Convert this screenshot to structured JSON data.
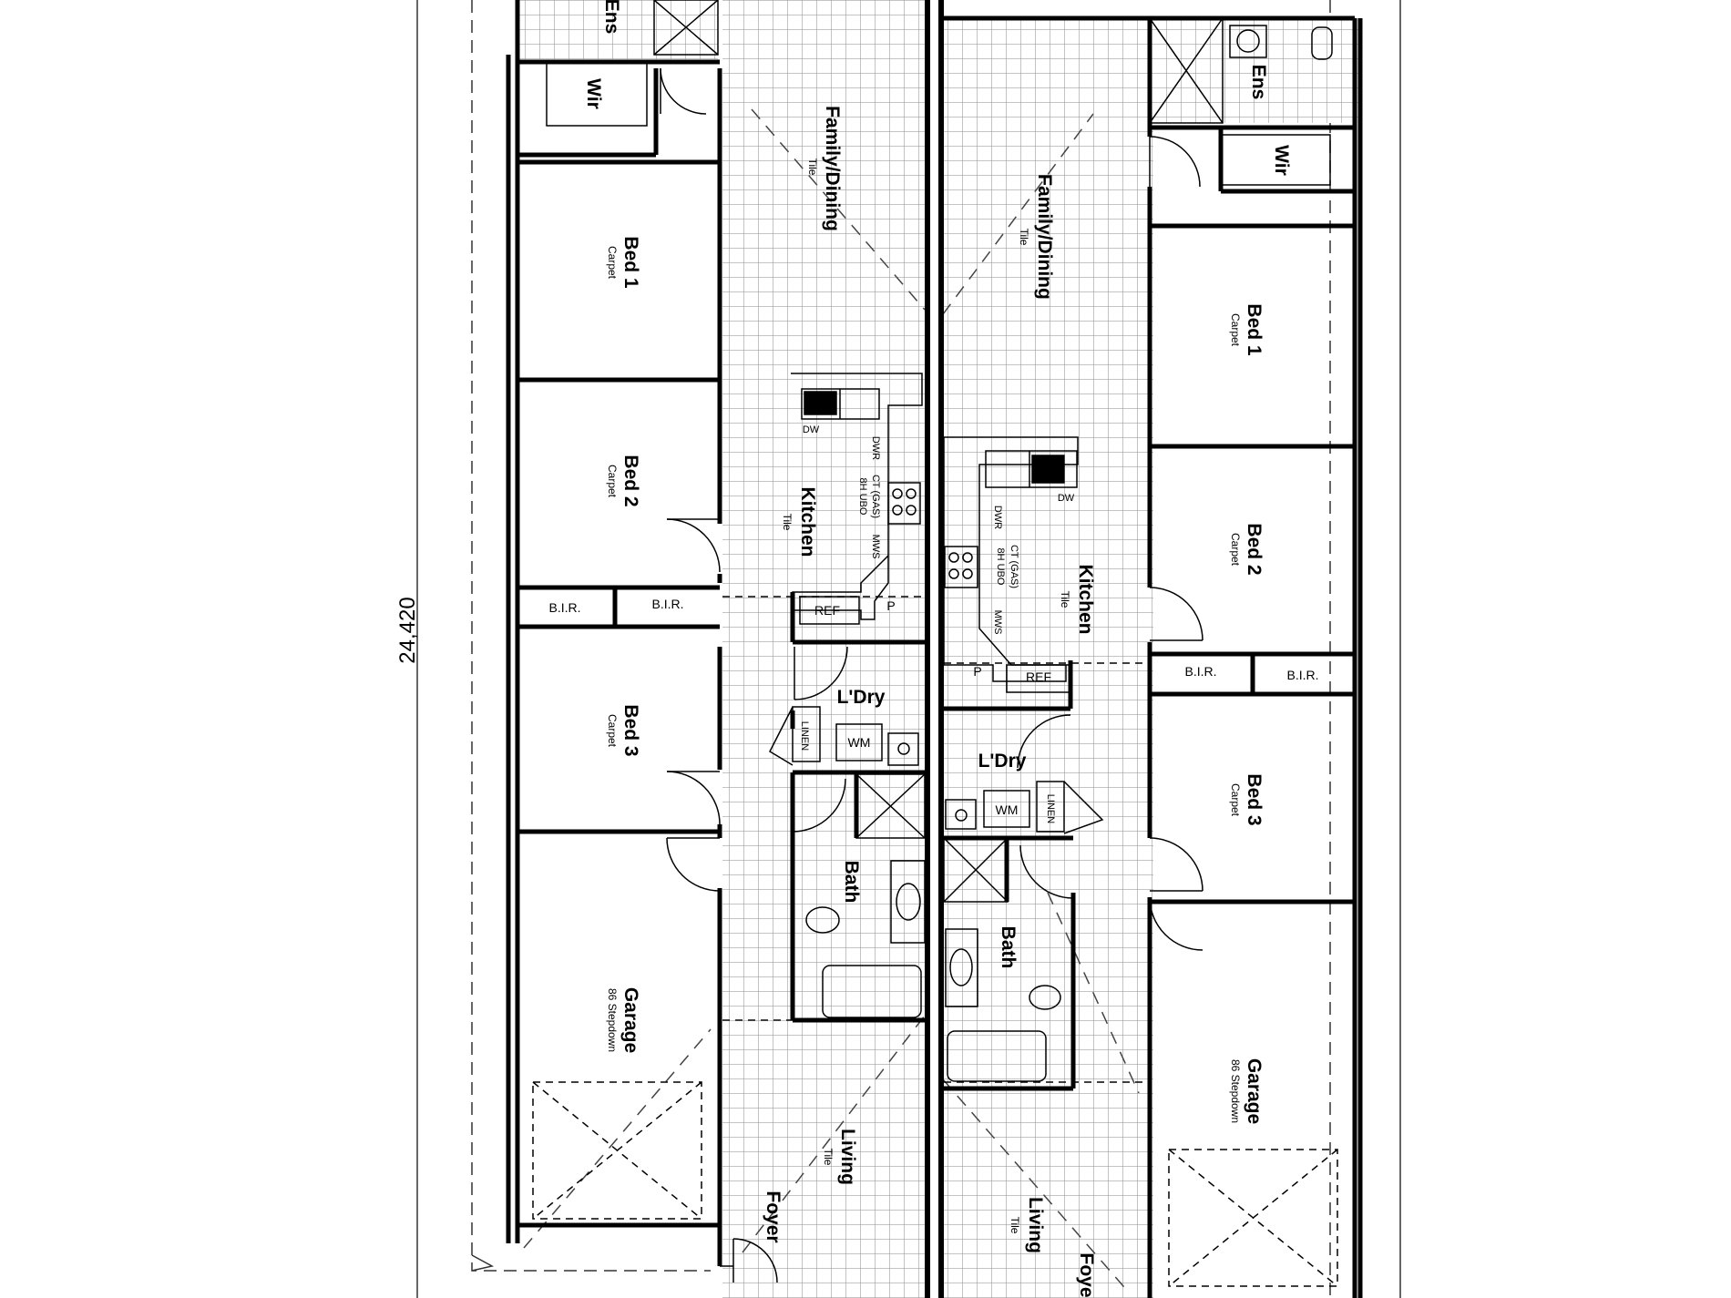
{
  "dimension": "24,420",
  "left_unit": {
    "ens": "Ens",
    "wir": "Wir",
    "family": "Family/Dining",
    "family_floor": "Tile",
    "bed1": "Bed 1",
    "bed1_floor": "Carpet",
    "bed2": "Bed 2",
    "bed2_floor": "Carpet",
    "bir_a": "B.I.R.",
    "bir_b": "B.I.R.",
    "bed3": "Bed 3",
    "bed3_floor": "Carpet",
    "garage": "Garage",
    "garage_floor": "86 Stepdown",
    "kitchen": "Kitchen",
    "kitchen_floor": "Tile",
    "dw": "DW",
    "dwr": "DWR",
    "ct": "CT (GAS)",
    "ubo": "8H UBO",
    "mws": "MWS",
    "ref": "REF",
    "p": "P",
    "ldry": "L'Dry",
    "linen": "LINEN",
    "wm": "WM",
    "bath": "Bath",
    "living": "Living",
    "living_floor": "Tile",
    "foyer": "Foyer"
  },
  "right_unit": {
    "ens": "Ens",
    "wir": "Wir",
    "family": "Family/Dining",
    "family_floor": "Tile",
    "bed1": "Bed 1",
    "bed1_floor": "Carpet",
    "bed2": "Bed 2",
    "bed2_floor": "Carpet",
    "bir_a": "B.I.R.",
    "bir_b": "B.I.R.",
    "bed3": "Bed 3",
    "bed3_floor": "Carpet",
    "garage": "Garage",
    "garage_floor": "86 Stepdown",
    "kitchen": "Kitchen",
    "kitchen_floor": "Tile",
    "dw": "DW",
    "dwr": "DWR",
    "ct": "CT (GAS)",
    "ubo": "8H UBO",
    "mws": "MWS",
    "ref": "REF",
    "p": "P",
    "ldry": "L'Dry",
    "linen": "LINEN",
    "wm": "WM",
    "bath": "Bath",
    "living": "Living",
    "living_floor": "Tile",
    "foyer": "Foye"
  }
}
